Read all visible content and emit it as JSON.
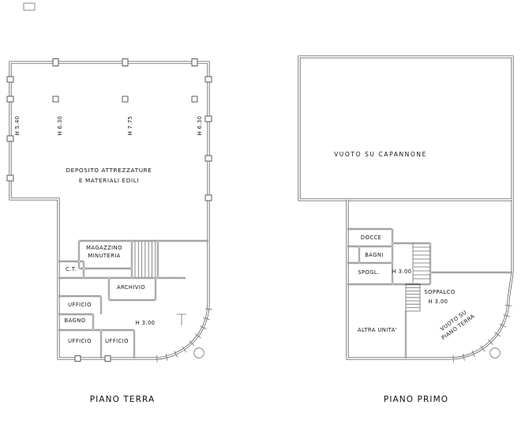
{
  "plans": {
    "terra": {
      "title": "PIANO TERRA",
      "heights": [
        "H 5.40",
        "H 6.30",
        "H 7.75",
        "H 6.30"
      ],
      "deposito_line1": "DEPOSITO ATTREZZATURE",
      "deposito_line2": "E MATERIALI EDILI",
      "magazzino_line1": "MAGAZZINO",
      "magazzino_line2": "MINUTERIA",
      "ct": "C.T.",
      "archivio": "ARCHIVIO",
      "ufficio_a": "UFFICIO",
      "bagno": "BAGNO",
      "ufficio_b": "UFFICIO",
      "ufficio_c": "UFFICIO",
      "h_offices": "H 3.00"
    },
    "primo": {
      "title": "PIANO PRIMO",
      "vuoto_capannone": "VUOTO SU CAPANNONE",
      "docce": "DOCCE",
      "bagni": "BAGNI",
      "spogl": "SPOGL.",
      "h_rooms": "H 3.00",
      "soppalco_line1": "SOPPALCO",
      "soppalco_line2": "H 3.00",
      "altra_unita": "ALTRA UNITA'",
      "vuoto_terra_line1": "VUOTO SU",
      "vuoto_terra_line2": "PIANO TERRA"
    }
  }
}
